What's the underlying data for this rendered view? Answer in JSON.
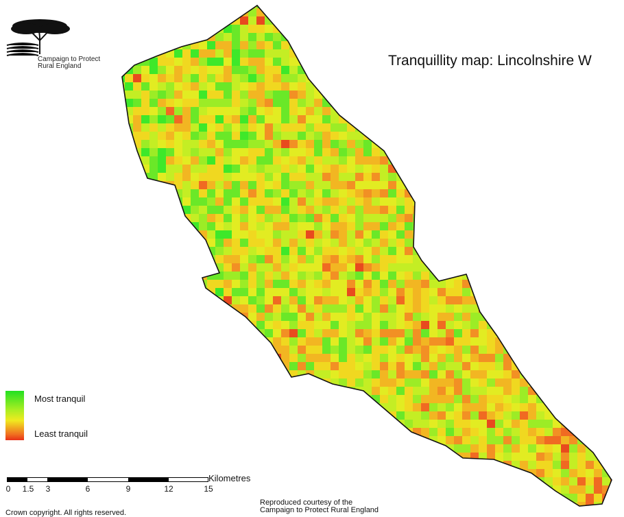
{
  "logo": {
    "icon": "tree-icon",
    "line1": "Campaign to Protect",
    "line2": "Rural England"
  },
  "title": "Tranquillity map: Lincolnshire W",
  "map": {
    "region_icon": "district-outline",
    "colors": {
      "most_tranquil": "#22e022",
      "mid": "#f0ea20",
      "least_tranquil": "#e83018"
    }
  },
  "legend": {
    "most": "Most tranquil",
    "least": "Least tranquil"
  },
  "scale": {
    "unit": "Kilometres",
    "ticks": [
      "0",
      "1.5",
      "3",
      "6",
      "9",
      "12",
      "15"
    ]
  },
  "footer": {
    "copyright": "Crown copyright. All rights reserved.",
    "courtesy_line1": "Reproduced courtesy of the",
    "courtesy_line2": "Campaign to Protect Rural England"
  }
}
